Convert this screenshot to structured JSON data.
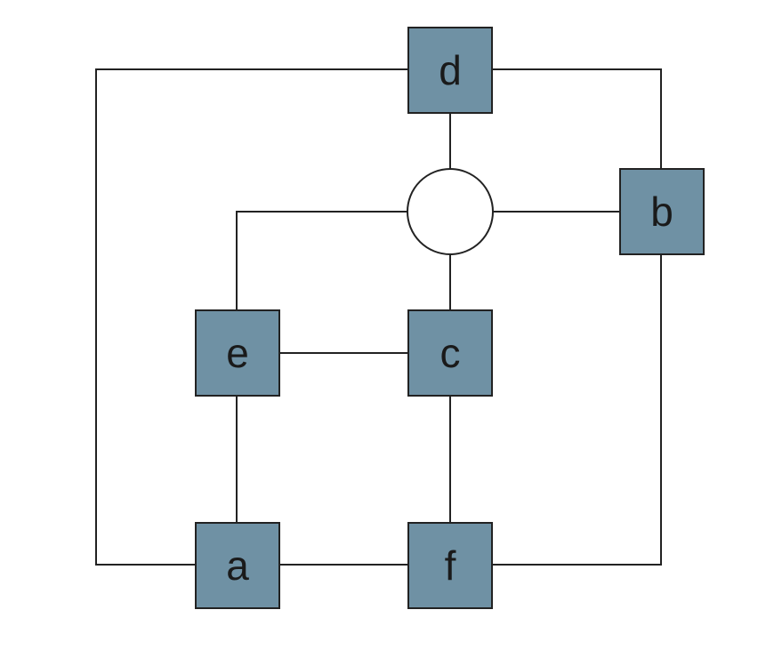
{
  "colors": {
    "node_fill": "#6f91a4",
    "stroke": "#222222",
    "hub_fill": "#ffffff"
  },
  "nodes": [
    {
      "id": "d",
      "label": "d"
    },
    {
      "id": "b",
      "label": "b"
    },
    {
      "id": "e",
      "label": "e"
    },
    {
      "id": "c",
      "label": "c"
    },
    {
      "id": "a",
      "label": "a"
    },
    {
      "id": "f",
      "label": "f"
    }
  ],
  "hub": {
    "id": "hub",
    "label": ""
  },
  "edges": [
    [
      "d",
      "a"
    ],
    [
      "d",
      "b"
    ],
    [
      "b",
      "f"
    ],
    [
      "d",
      "hub"
    ],
    [
      "hub",
      "e"
    ],
    [
      "hub",
      "b"
    ],
    [
      "hub",
      "c"
    ],
    [
      "e",
      "c"
    ],
    [
      "e",
      "a"
    ],
    [
      "c",
      "f"
    ],
    [
      "a",
      "f"
    ]
  ]
}
